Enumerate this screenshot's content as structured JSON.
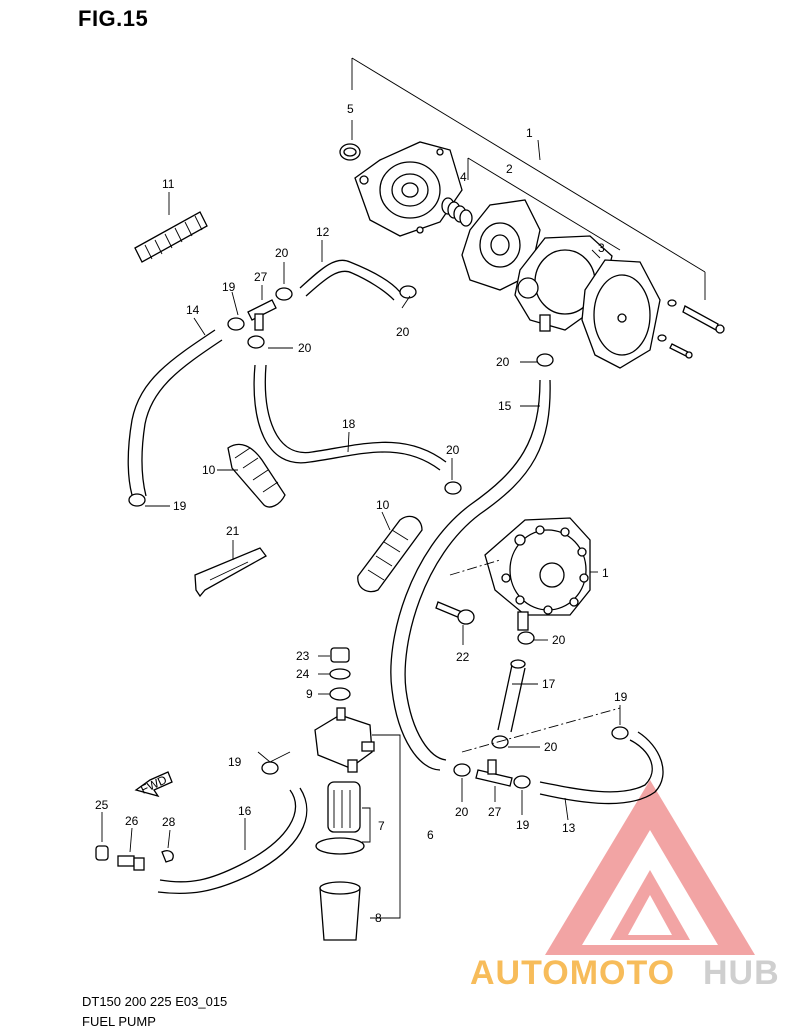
{
  "figure_title": "FIG.15",
  "footer": {
    "model_code": "DT150 200 225 E03_015",
    "diagram_name": "FUEL PUMP"
  },
  "direction_label": "FWD",
  "watermark": {
    "word_a": "AUTOMOTO",
    "word_b": "HUB",
    "color_a": "#f5a623",
    "color_b": "#d9d9d9",
    "logo_color": "#e85a5a"
  },
  "callouts": {
    "c1a": "1",
    "c1b": "1",
    "c2": "2",
    "c3": "3",
    "c4": "4",
    "c5": "5",
    "c6": "6",
    "c7": "7",
    "c8": "8",
    "c9": "9",
    "c10a": "10",
    "c10b": "10",
    "c11": "11",
    "c12": "12",
    "c13": "13",
    "c14": "14",
    "c15": "15",
    "c16": "16",
    "c17": "17",
    "c18": "18",
    "c19a": "19",
    "c19b": "19",
    "c19c": "19",
    "c19d": "19",
    "c19e": "19",
    "c20a": "20",
    "c20b": "20",
    "c20c": "20",
    "c20d": "20",
    "c20e": "20",
    "c20f": "20",
    "c20g": "20",
    "c20h": "20",
    "c21": "21",
    "c22": "22",
    "c23": "23",
    "c24": "24",
    "c25": "25",
    "c26": "26",
    "c27a": "27",
    "c27b": "27",
    "c28": "28"
  }
}
